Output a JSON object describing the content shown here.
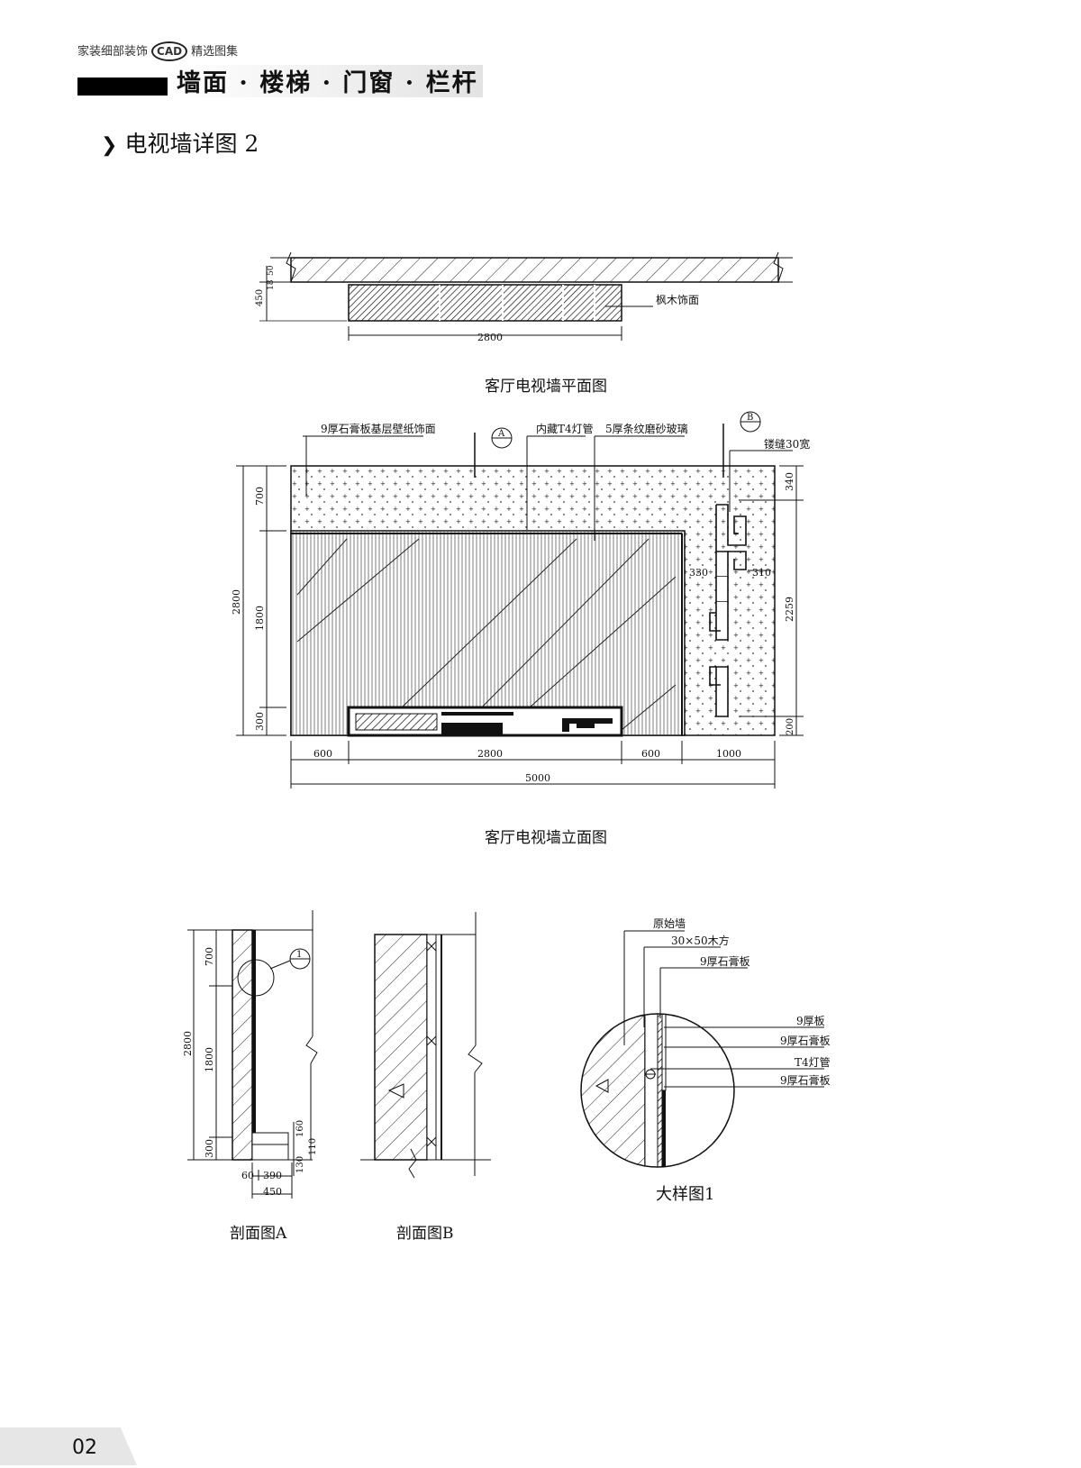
{
  "header": {
    "book_title_left": "家装细部装饰",
    "book_logo": "CAD",
    "book_title_right": "精选图集",
    "chapter_title": "墙面 · 楼梯 · 门窗 · 栏杆"
  },
  "section": {
    "title": "电视墙详图 2",
    "bullet_icon": "arrow-right-icon"
  },
  "plan": {
    "caption": "客厅电视墙平面图",
    "label_material": "枫木饰面",
    "dim_width": "2800",
    "dim_depth": "450",
    "dim_18": "18",
    "dim_50": "50"
  },
  "elevation": {
    "caption": "客厅电视墙立面图",
    "note_gypsum": "9厚石膏板基层壁纸饰面",
    "note_t4": "内藏T4灯管",
    "note_glass": "5厚条纹磨砂玻璃",
    "note_seam": "镂缝30宽",
    "section_mark_a": "A",
    "section_mark_b": "B",
    "dims_bottom": [
      "600",
      "2800",
      "600",
      "1000"
    ],
    "dim_total": "5000",
    "dims_left_outer": "2800",
    "dims_left_inner": [
      "700",
      "1800",
      "300"
    ],
    "dims_right": [
      "340",
      "2259",
      "200"
    ],
    "dim_330": "330",
    "dim_310": "310"
  },
  "section_a": {
    "caption": "剖面图A",
    "dims_left_outer": "2800",
    "dims_left_inner": [
      "700",
      "1800",
      "300"
    ],
    "dims_bottom": [
      "60",
      "390"
    ],
    "dim_total": "450",
    "dims_right": [
      "160",
      "110",
      "130"
    ],
    "detail_mark": "1"
  },
  "section_b": {
    "caption": "剖面图B"
  },
  "detail_1": {
    "caption": "大样图1",
    "notes_top": [
      "原始墙",
      "30×50木方",
      "9厚石膏板"
    ],
    "notes_right": [
      "9厚板",
      "9厚石膏板",
      "T4灯管",
      "9厚石膏板"
    ]
  },
  "footer": {
    "page_number": "02"
  }
}
